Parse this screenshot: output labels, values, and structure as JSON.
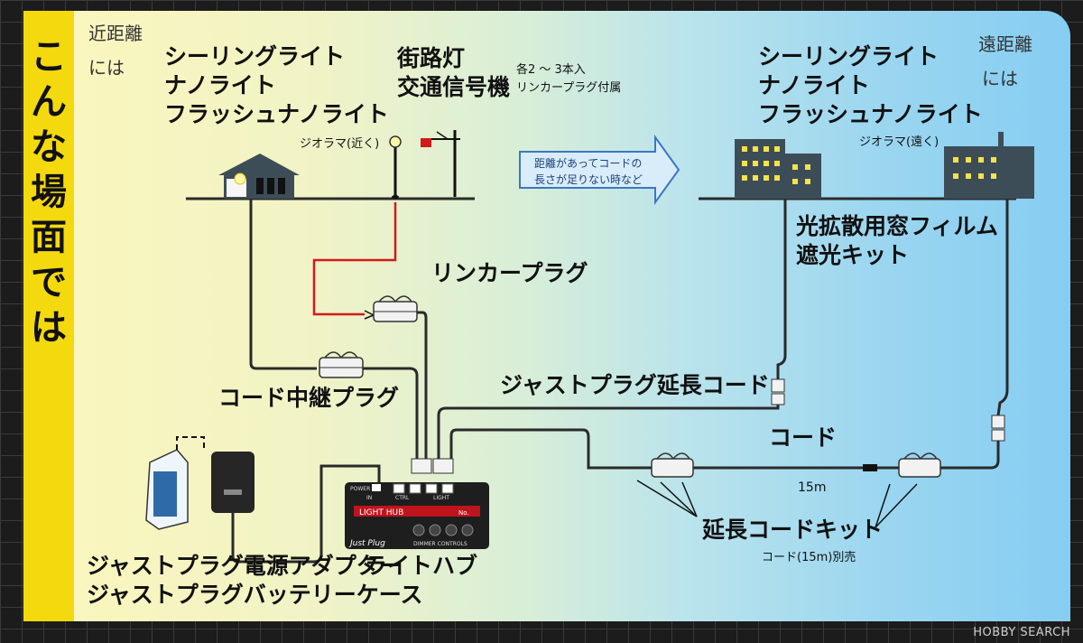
{
  "sidebar": {
    "title_chars": [
      "こ",
      "ん",
      "な",
      "場",
      "面",
      "で",
      "は"
    ]
  },
  "near": {
    "label_line1": "近距離",
    "label_line2": "には",
    "products": [
      "シーリングライト",
      "ナノライト",
      "フラッシュナノライト"
    ],
    "diorama": "ジオラマ(近く)"
  },
  "streetlight": {
    "products": [
      "街路灯",
      "交通信号機"
    ],
    "note_line1": "各2 ～ 3本入",
    "note_line2": "リンカープラグ付属"
  },
  "arrow_note": {
    "line1": "距離があってコードの",
    "line2": "長さが足りない時など"
  },
  "far": {
    "label_line1": "遠距離",
    "label_line2": "には",
    "products": [
      "シーリングライト",
      "ナノライト",
      "フラッシュナノライト"
    ],
    "diorama": "ジオラマ(遠く)"
  },
  "film": {
    "line1": "光拡散用窓フィルム",
    "line2": "遮光キット"
  },
  "labels": {
    "linker_plug": "リンカープラグ",
    "relay_plug": "コード中継プラグ",
    "extension_cord": "ジャストプラグ延長コード",
    "cord": "コード",
    "length": "15m",
    "extension_kit": "延長コードキット",
    "kit_note": "コード(15m)別売",
    "adapter_line1": "ジャストプラグ電源アダプター",
    "adapter_line2": "ジャストプラグバッテリーケース",
    "hub": "ライトハブ"
  },
  "hub_device": {
    "power": "POWER",
    "in": "IN",
    "ctrl": "CTRL",
    "light": "LIGHT",
    "label": "LIGHT HUB",
    "no": "No.",
    "brand": "Just Plug",
    "dimmer": "DIMMER CONTROLS"
  },
  "watermark": "HOBBY SEARCH",
  "colors": {
    "sidebar": "#f4d90e",
    "wire": "#2a2a2a",
    "red_wire": "#d21a1a",
    "building": "#3d4d58",
    "window": "#f6e24a",
    "arrow": "#d9ecfa",
    "arrow_border": "#3b78c4"
  }
}
